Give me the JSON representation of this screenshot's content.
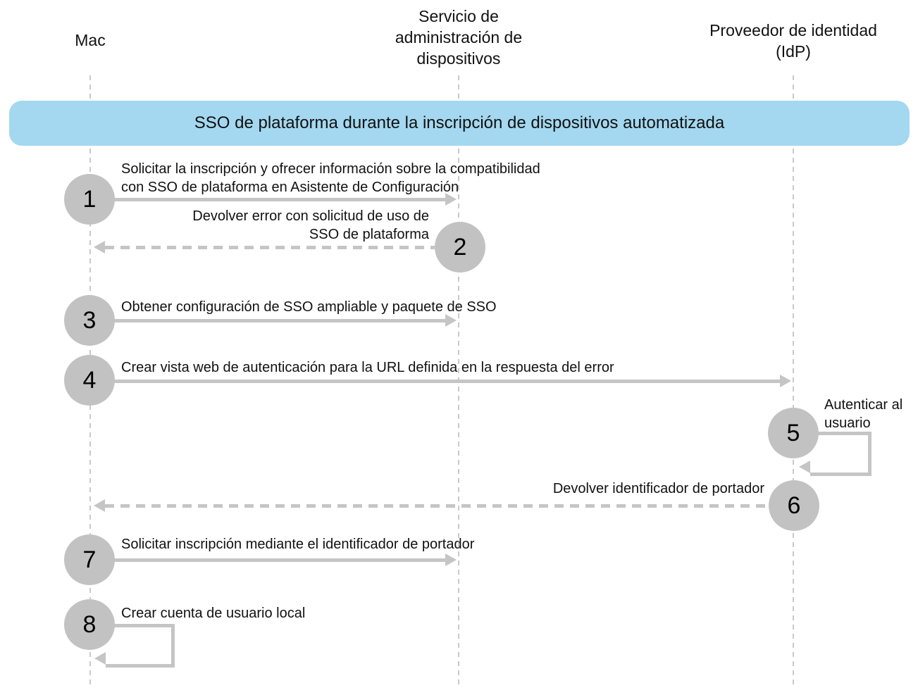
{
  "diagram": {
    "banner": "SSO de plataforma durante la inscripción de dispositivos automatizada",
    "actors": [
      {
        "label": "Mac"
      },
      {
        "label": "Servicio de\nadministración de\ndispositivos"
      },
      {
        "label": "Proveedor de identidad\n(IdP)"
      }
    ],
    "steps": [
      {
        "num": "1",
        "label": "Solicitar la inscripción y ofrecer información sobre la compatibilidad\ncon SSO de plataforma en Asistente de Configuración",
        "from": "Mac",
        "to": "Servicio de administración de dispositivos",
        "line": "solid"
      },
      {
        "num": "2",
        "label": "Devolver error con solicitud de uso de\nSSO de plataforma",
        "from": "Servicio de administración de dispositivos",
        "to": "Mac",
        "line": "dashed"
      },
      {
        "num": "3",
        "label": "Obtener configuración de SSO ampliable y paquete de SSO",
        "from": "Mac",
        "to": "Servicio de administración de dispositivos",
        "line": "solid"
      },
      {
        "num": "4",
        "label": "Crear vista web de autenticación para la URL definida en la respuesta del error",
        "from": "Mac",
        "to": "Proveedor de identidad (IdP)",
        "line": "solid"
      },
      {
        "num": "5",
        "label": "Autenticar al\nusuario",
        "from": "Proveedor de identidad (IdP)",
        "to": "Proveedor de identidad (IdP)",
        "line": "self"
      },
      {
        "num": "6",
        "label": "Devolver identificador de portador",
        "from": "Proveedor de identidad (IdP)",
        "to": "Mac",
        "line": "dashed"
      },
      {
        "num": "7",
        "label": "Solicitar inscripción mediante el identificador de portador",
        "from": "Mac",
        "to": "Servicio de administración de dispositivos",
        "line": "solid"
      },
      {
        "num": "8",
        "label": "Crear cuenta de usuario local",
        "from": "Mac",
        "to": "Mac",
        "line": "self"
      }
    ],
    "colors": {
      "banner_bg": "#A4D8F0",
      "circle_fill": "#C2C2C2",
      "arrow": "#C5C5C5",
      "lifeline": "#C9C9C9",
      "text": "#111111"
    }
  }
}
